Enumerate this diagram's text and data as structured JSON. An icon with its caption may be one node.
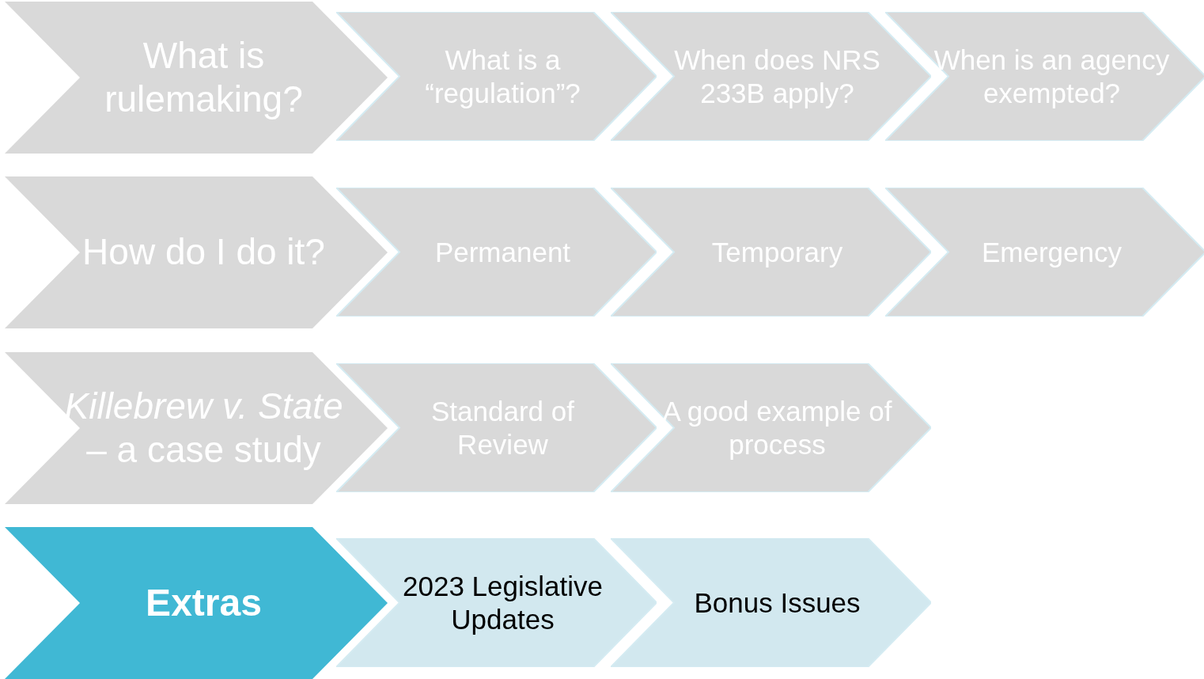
{
  "diagram": {
    "nodes": [
      {
        "text": [
          "What is rulemaking?"
        ]
      },
      {
        "text": [
          "What is a “regulation”?"
        ]
      },
      {
        "text": [
          "When does NRS 233B apply?"
        ]
      },
      {
        "text": [
          "When is an agency exempted?"
        ]
      },
      {
        "text": [
          "How do I do it?"
        ]
      },
      {
        "text": [
          "Permanent"
        ]
      },
      {
        "text": [
          "Temporary"
        ]
      },
      {
        "text": [
          "Emergency"
        ]
      },
      {
        "text": [
          "*Killebrew v. State* – a case study"
        ]
      },
      {
        "text": [
          "Standard of Review"
        ]
      },
      {
        "text": [
          "A good example of process"
        ]
      },
      {
        "text": [
          "Extras"
        ]
      },
      {
        "text": [
          "2023 Legislative Updates"
        ]
      },
      {
        "text": [
          "Bonus Issues"
        ]
      }
    ]
  }
}
